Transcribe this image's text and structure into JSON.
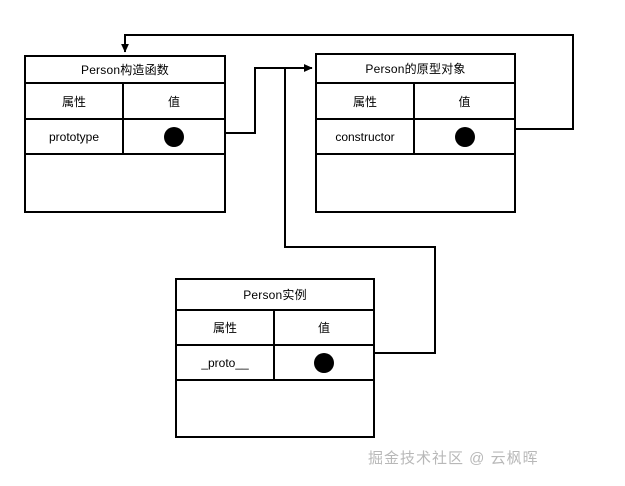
{
  "diagram": {
    "background_color": "#ffffff",
    "stroke_color": "#000000",
    "tables": [
      {
        "id": "person-constructor",
        "title": "Person构造函数",
        "columns": [
          "属性",
          "值"
        ],
        "rows": [
          {
            "attr": "prototype",
            "value_kind": "reference-dot"
          }
        ]
      },
      {
        "id": "person-prototype",
        "title": "Person的原型对象",
        "columns": [
          "属性",
          "值"
        ],
        "rows": [
          {
            "attr": "constructor",
            "value_kind": "reference-dot"
          }
        ]
      },
      {
        "id": "person-instance",
        "title": "Person实例",
        "columns": [
          "属性",
          "值"
        ],
        "rows": [
          {
            "attr": "_proto__",
            "value_kind": "reference-dot"
          }
        ]
      }
    ],
    "connectors": [
      {
        "id": "prototype-to-prototype-object",
        "from": "person-constructor.prototype",
        "to": "person-prototype"
      },
      {
        "id": "constructor-to-constructor-function",
        "from": "person-prototype.constructor",
        "to": "person-constructor"
      },
      {
        "id": "proto-to-prototype-object",
        "from": "person-instance._proto__",
        "to": "person-prototype"
      }
    ]
  },
  "watermark": {
    "text": "掘金技术社区 @ 云枫晖",
    "color": "#b8b8b8"
  }
}
